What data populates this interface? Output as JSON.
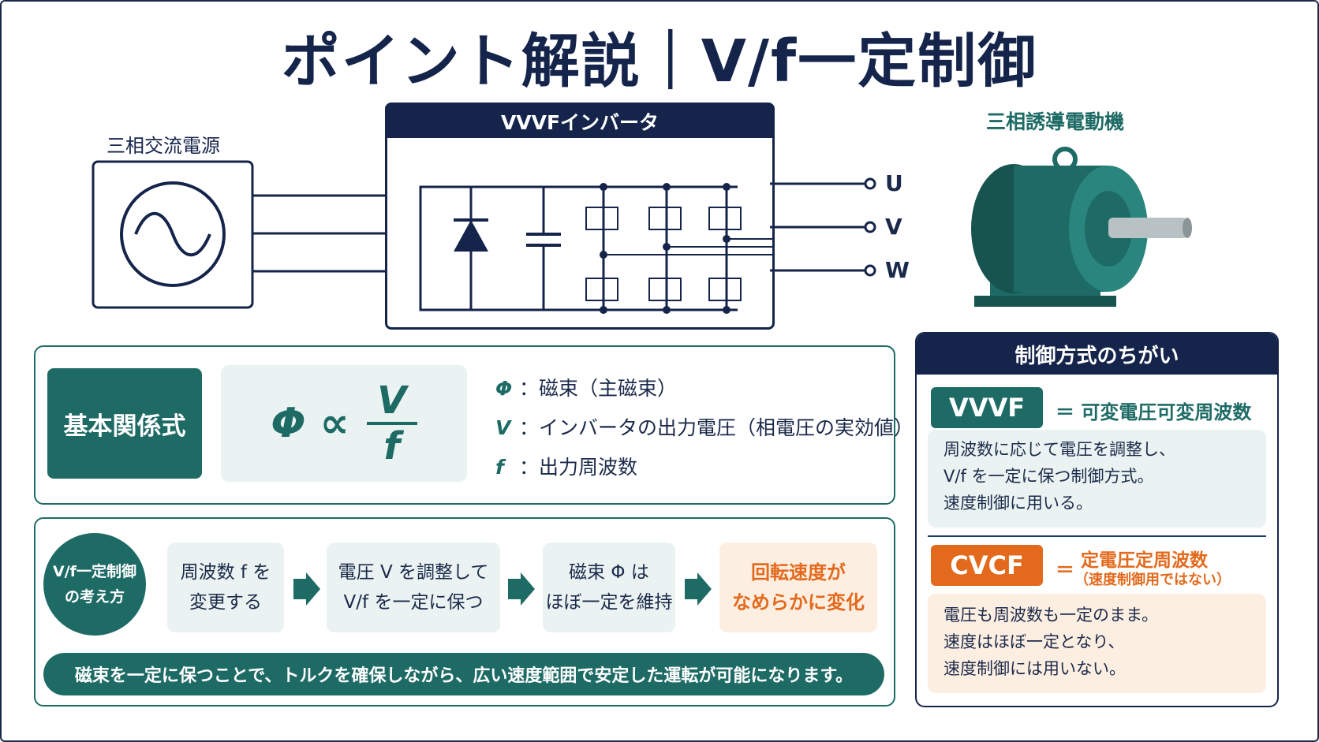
{
  "title": "ポイント解説｜V/f一定制御",
  "diagram": {
    "source_label": "三相交流電源",
    "inverter_label": "VVVFインバータ",
    "motor_label": "三相誘導電動機",
    "phase_u": "U",
    "phase_v": "V",
    "phase_w": "W"
  },
  "formula_panel": {
    "badge": "基本関係式",
    "formula_lhs": "Φ ∝",
    "formula_num": "V",
    "formula_den": "f",
    "defs": [
      {
        "sym": "Φ",
        "text": "：磁束（主磁束）"
      },
      {
        "sym": "V",
        "text": "：インバータの出力電圧（相電圧の実効値）"
      },
      {
        "sym": "f",
        "text": "：出力周波数"
      }
    ]
  },
  "flow_panel": {
    "circle_line1": "V/f一定制御",
    "circle_line2": "の考え方",
    "steps": [
      {
        "line1": "周波数 f を",
        "line2": "変更する"
      },
      {
        "line1": "電圧 V を調整して",
        "line2": "V/f を一定に保つ"
      },
      {
        "line1": "磁束 Φ は",
        "line2": "ほぼ一定を維持"
      },
      {
        "line1": "回転速度が",
        "line2": "なめらかに変化"
      }
    ],
    "summary": "磁束を一定に保つことで、トルクを確保しながら、広い速度範囲で安定した運転が可能になります。"
  },
  "compare_panel": {
    "header": "制御方式のちがい",
    "vvvf": {
      "badge": "VVVF",
      "eq": "＝ 可変電圧可変周波数",
      "lines": [
        "周波数に応じて電圧を調整し、",
        "V/f を一定に保つ制御方式。",
        "速度制御に用いる。"
      ]
    },
    "cvcf": {
      "badge": "CVCF",
      "eq": "＝",
      "eq_main": "定電圧定周波数",
      "eq_sub": "（速度制御用ではない）",
      "lines": [
        "電圧も周波数も一定のまま。",
        "速度はほぼ一定となり、",
        "速度制御には用いない。"
      ]
    }
  },
  "colors": {
    "navy": "#15244a",
    "teal": "#1e6b66",
    "mint": "#eaf3f2",
    "orange": "#e36a1c",
    "peach": "#fdeee2"
  }
}
